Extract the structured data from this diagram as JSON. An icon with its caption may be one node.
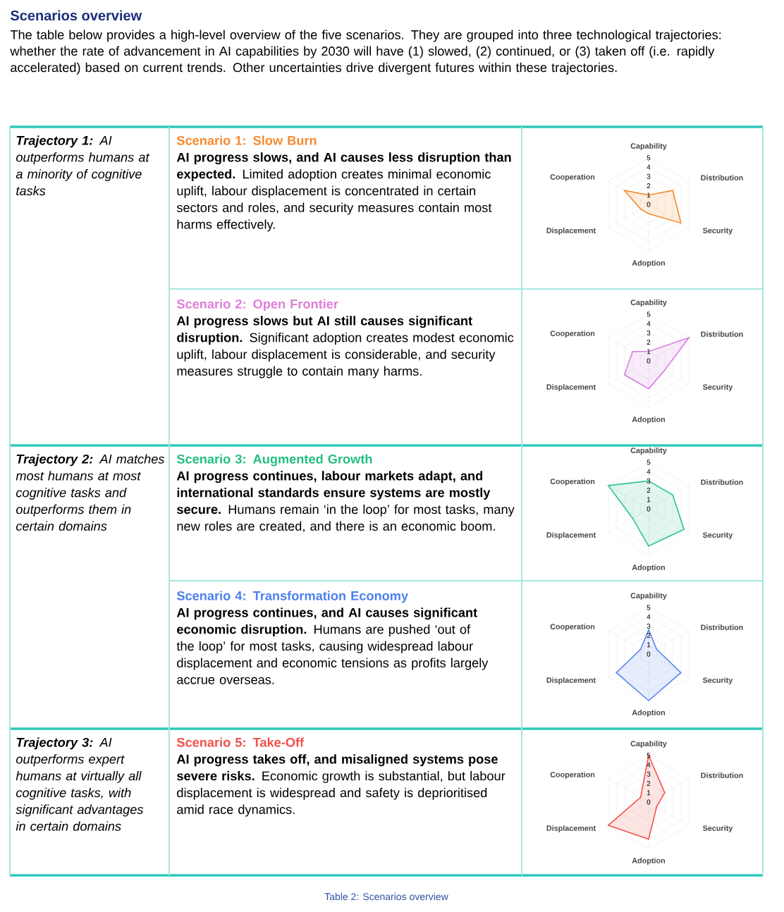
{
  "diagram": {
    "title": "Scenarios overview",
    "caption": "Table 2: Scenarios overview",
    "nodes": [
      {
        "text": [
          "**Trajectory 1:** AI outperforms humans at a minority of cognitive tasks"
        ]
      },
      {
        "text": [
          "Scenario 1: Slow Burn",
          "**AI progress slows, and AI causes less disruption than expected.** Limited adoption creates minimal economic uplift, labour displacement is concentrated in certain sectors and roles, and security measures contain most harms effectively."
        ]
      },
      {
        "text": [
          "Scenario 2: Open Frontier",
          "**AI progress slows but AI still causes significant disruption.** Significant adoption creates modest economic uplift, labour displacement is considerable, and security measures struggle to contain many harms."
        ]
      },
      {
        "text": [
          "**Trajectory 2:** AI matches most humans at most cognitive tasks and outperforms them in certain domains"
        ]
      },
      {
        "text": [
          "Scenario 3: Augmented Growth",
          "**AI progress continues, labour markets adapt, and international standards ensure systems are mostly secure.** Humans remain ‘in the loop’ for most tasks, many new roles are created, and there is an economic boom."
        ]
      },
      {
        "text": [
          "Scenario 4: Transformation Economy",
          "**AI progress continues, and AI causes significant economic disruption.** Humans are pushed ‘out of the loop’ for most tasks, causing widespread labour displacement and economic tensions as profits largely accrue overseas."
        ]
      },
      {
        "text": [
          "**Trajectory 3:** AI outperforms expert humans at virtually all cognitive tasks, with significant advantages in certain domains"
        ]
      },
      {
        "text": [
          "Scenario 5: Take-Off",
          "**AI progress takes off, and misaligned systems pose severe risks.** Economic growth is substantial, but labour displacement is widespread and safety is deprioritised amid race dynamics."
        ]
      }
    ],
    "labels": [
      "The table below provides a high-level overview of the five scenarios. They are grouped into three technological trajectories: whether the rate of advancement in AI capabilities by 2030 will have (1) slowed, (2) continued, or (3) taken off (i.e. rapidly accelerated) based on current trends. Other uncertainties drive divergent futures within these trajectories.",
      "Capability",
      "5",
      "4",
      "3",
      "2",
      "1",
      "0",
      "Cooperation",
      "Distribution",
      "Displacement",
      "Security",
      "Adoption",
      "Capability",
      "5",
      "4",
      "3",
      "2",
      "1",
      "0",
      "Cooperation",
      "Distribution",
      "Displacement",
      "Security",
      "Adoption",
      "Capability",
      "5",
      "4",
      "3",
      "2",
      "1",
      "0",
      "Cooperation",
      "Distribution",
      "Displacement",
      "Security",
      "Adoption",
      "Capability",
      "5",
      "4",
      "3",
      "2",
      "1",
      "0",
      "Cooperation",
      "Distribution",
      "Displacement",
      "Security",
      "Adoption",
      "Capability",
      "5",
      "4",
      "3",
      "2",
      "1",
      "0",
      "Cooperation",
      "Distribution",
      "Displacement",
      "Security",
      "Adoption"
    ]
  }
}
